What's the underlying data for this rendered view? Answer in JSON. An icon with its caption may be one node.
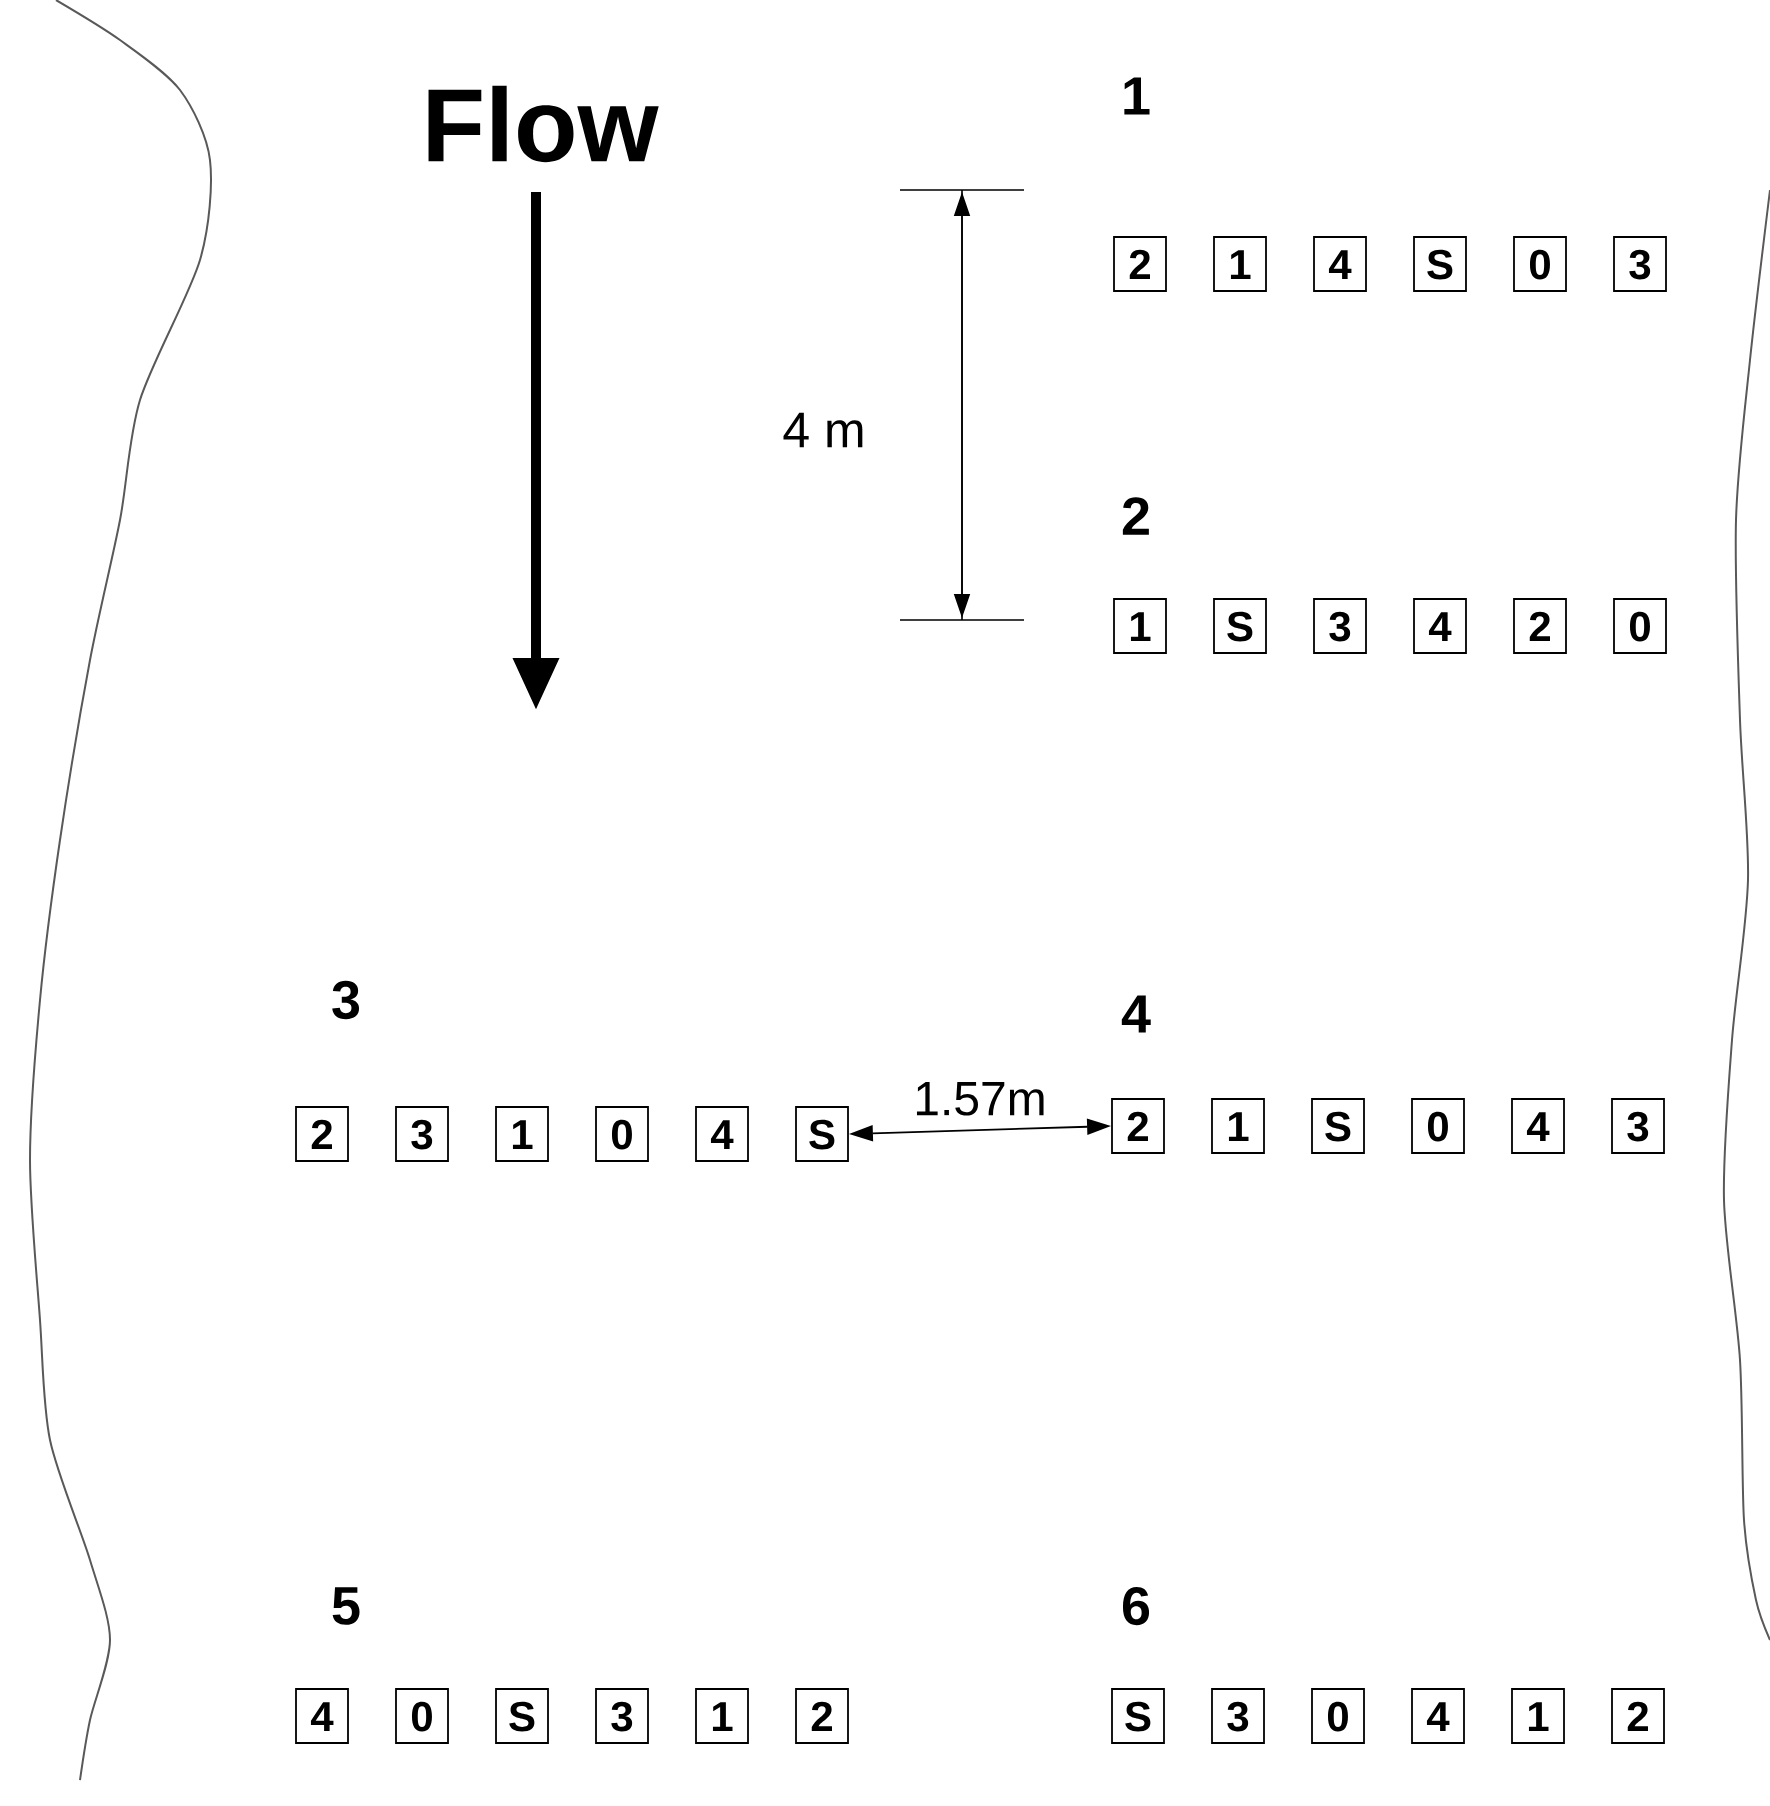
{
  "diagram": {
    "nodes": [
      {
        "text": [
          "2"
        ]
      },
      {
        "text": [
          "1"
        ]
      },
      {
        "text": [
          "4"
        ]
      },
      {
        "text": [
          "S"
        ]
      },
      {
        "text": [
          "0"
        ]
      },
      {
        "text": [
          "3"
        ]
      },
      {
        "text": [
          "1"
        ]
      },
      {
        "text": [
          "S"
        ]
      },
      {
        "text": [
          "3"
        ]
      },
      {
        "text": [
          "4"
        ]
      },
      {
        "text": [
          "2"
        ]
      },
      {
        "text": [
          "0"
        ]
      },
      {
        "text": [
          "2"
        ]
      },
      {
        "text": [
          "3"
        ]
      },
      {
        "text": [
          "1"
        ]
      },
      {
        "text": [
          "0"
        ]
      },
      {
        "text": [
          "4"
        ]
      },
      {
        "text": [
          "S"
        ]
      },
      {
        "text": [
          "2"
        ]
      },
      {
        "text": [
          "1"
        ]
      },
      {
        "text": [
          "S"
        ]
      },
      {
        "text": [
          "0"
        ]
      },
      {
        "text": [
          "4"
        ]
      },
      {
        "text": [
          "3"
        ]
      },
      {
        "text": [
          "4"
        ]
      },
      {
        "text": [
          "0"
        ]
      },
      {
        "text": [
          "S"
        ]
      },
      {
        "text": [
          "3"
        ]
      },
      {
        "text": [
          "1"
        ]
      },
      {
        "text": [
          "2"
        ]
      },
      {
        "text": [
          "S"
        ]
      },
      {
        "text": [
          "3"
        ]
      },
      {
        "text": [
          "0"
        ]
      },
      {
        "text": [
          "4"
        ]
      },
      {
        "text": [
          "1"
        ]
      },
      {
        "text": [
          "2"
        ]
      }
    ],
    "edges": [
      {
        "from": 17,
        "to": 18,
        "arrow": "both",
        "label": "1.57m"
      }
    ],
    "labels": [
      "Flow",
      "1",
      "4 m",
      "2",
      "3",
      "4",
      "5",
      "6"
    ]
  }
}
